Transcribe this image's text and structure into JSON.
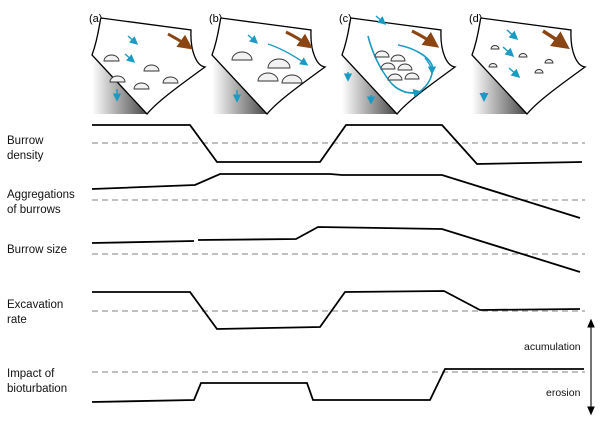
{
  "panels": [
    {
      "label": "(a)"
    },
    {
      "label": "(b)"
    },
    {
      "label": "(c)"
    },
    {
      "label": "(d)"
    }
  ],
  "rows": [
    {
      "label_lines": [
        "Burrow",
        "density"
      ],
      "levels": [
        "high",
        "low",
        "high",
        "low"
      ]
    },
    {
      "label_lines": [
        "Aggregations",
        "of burrows"
      ],
      "levels": [
        "medium",
        "high",
        "high",
        "decreasing"
      ]
    },
    {
      "label_lines": [
        "Burrow size"
      ],
      "levels": [
        "low",
        "medium",
        "high",
        "decreasing"
      ]
    },
    {
      "label_lines": [
        "Excavation",
        "rate"
      ],
      "levels": [
        "high",
        "low",
        "high",
        "medium"
      ]
    },
    {
      "label_lines": [
        "Impact of",
        "bioturbation"
      ],
      "levels": [
        "low",
        "medium",
        "low",
        "high"
      ]
    }
  ],
  "side_labels": {
    "accumulation": "acumulation",
    "erosion": "erosion"
  },
  "colors": {
    "water_arrow": "#1a9bc4",
    "sediment_arrow": "#8b4513",
    "line": "#000000",
    "dashed": "#9a9a9a",
    "burrow_fill": "#f2f2f2",
    "shade_dark": "#555555"
  }
}
